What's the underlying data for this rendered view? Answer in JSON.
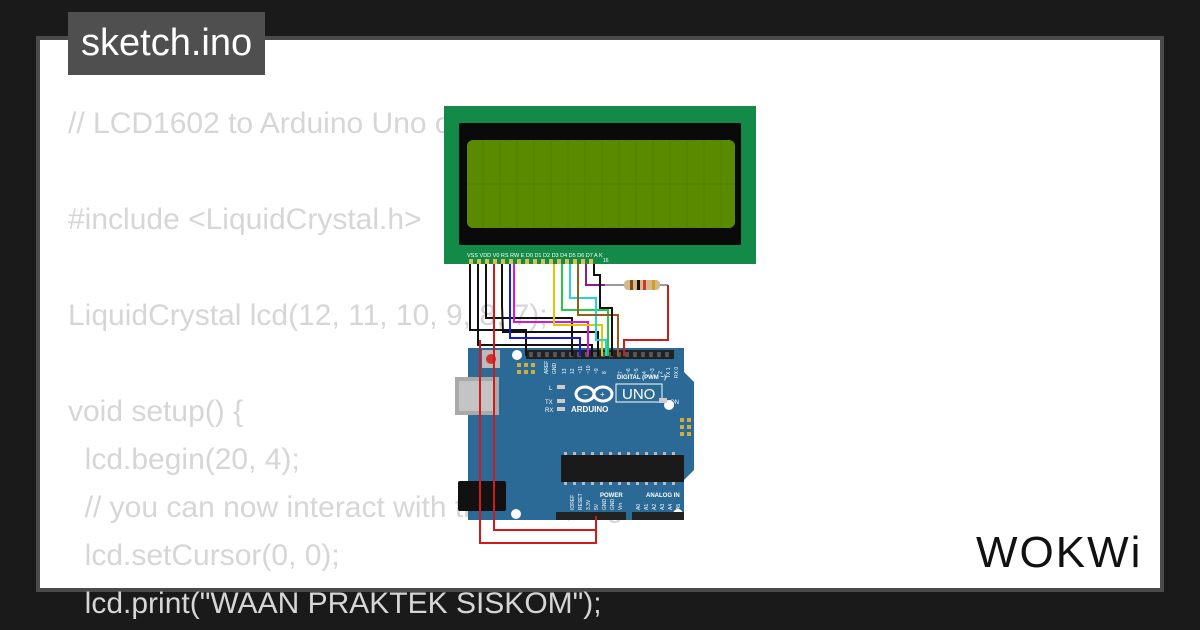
{
  "file_tab": {
    "title": "sketch.ino"
  },
  "code_lines": [
    "// LCD1602 to Arduino Uno connection example",
    "",
    "#include <LiquidCrystal.h>",
    "",
    "LiquidCrystal lcd(12, 11, 10, 9, 8, 7);",
    "",
    "void setup() {",
    "  lcd.begin(20, 4);",
    "  // you can now interact with the LCD, e.g.:",
    "  lcd.setCursor(0, 0);",
    "  lcd.print(\"WAAN PRAKTEK SISKOM\");"
  ],
  "lcd": {
    "pin_labels": "VSS VDD V0 RS RW E D0 D1 D2 D3 D4 D5 D6 D7 A K",
    "pin_16": "16"
  },
  "arduino": {
    "brand": "ARDUINO",
    "model": "UNO",
    "on_label": "ON",
    "l_label": "L",
    "tx_label": "TX",
    "rx_label": "RX",
    "digital_label": "DIGITAL (PWM ~)",
    "power_label": "POWER",
    "analog_label": "ANALOG IN",
    "aref": "AREF",
    "gnd": "GND",
    "top_pins": [
      "13",
      "12",
      "~11",
      "~10",
      "~9",
      "8",
      "7",
      "~6",
      "~5",
      "4",
      "~3",
      "2",
      "TX 1",
      "RX 0"
    ],
    "power_pins": [
      "IOREF",
      "RESET",
      "3.3V",
      "5V",
      "GND",
      "GND",
      "Vin"
    ],
    "analog_pins": [
      "A0",
      "A1",
      "A2",
      "A3",
      "A4",
      "A5"
    ]
  },
  "logo": {
    "text": "WOKWi"
  },
  "colors": {
    "background": "#1a1a1a",
    "card": "#ffffff",
    "code_text": "#d6d6d6",
    "tab": "#4f4f4f",
    "lcd_board": "#138a47",
    "lcd_screen": "#5a8a00",
    "arduino_board": "#2b6a96"
  }
}
